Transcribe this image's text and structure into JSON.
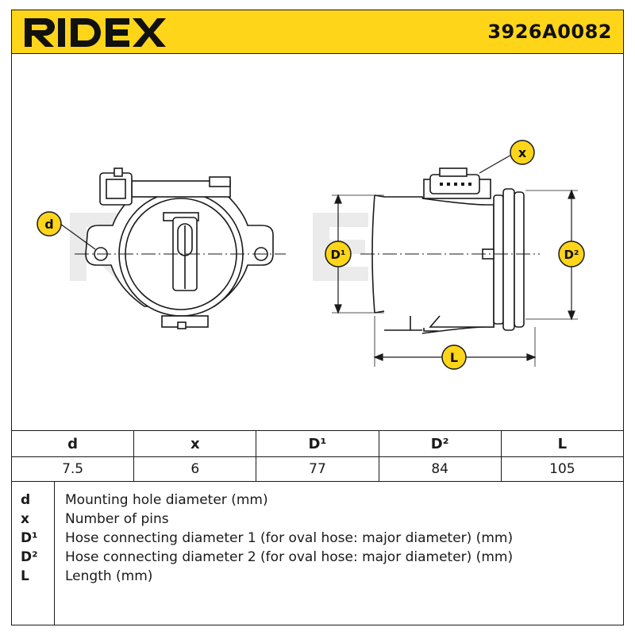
{
  "header": {
    "brand": "RIDEX",
    "part_number": "3926A0082"
  },
  "drawing": {
    "watermark": "RIDEX",
    "callouts": {
      "d": "d",
      "x": "x",
      "D1": "D¹",
      "D2": "D²",
      "L": "L"
    }
  },
  "specs": {
    "columns": [
      "d",
      "x",
      "D¹",
      "D²",
      "L"
    ],
    "values": [
      "7.5",
      "6",
      "77",
      "84",
      "105"
    ]
  },
  "legend": [
    {
      "symbol": "d",
      "description": "Mounting hole diameter (mm)"
    },
    {
      "symbol": "x",
      "description": "Number of pins"
    },
    {
      "symbol": "D¹",
      "description": "Hose connecting diameter 1 (for oval hose: major diameter) (mm)"
    },
    {
      "symbol": "D²",
      "description": "Hose connecting diameter 2 (for oval hose: major diameter) (mm)"
    },
    {
      "symbol": "L",
      "description": "Length (mm)"
    }
  ],
  "colors": {
    "header_bg": "#ffd51a",
    "line": "#1a1a1a",
    "callout_bg": "#ffd51a",
    "watermark": "#ebebeb"
  }
}
